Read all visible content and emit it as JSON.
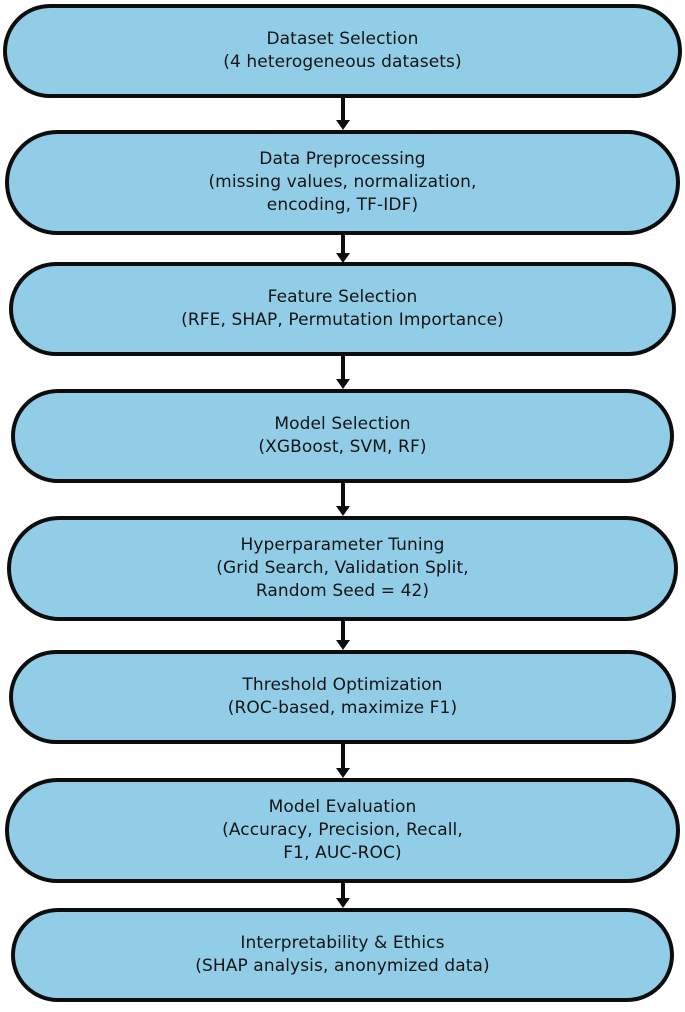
{
  "diagram": {
    "type": "flowchart",
    "orientation": "vertical top-to-bottom",
    "shape": "stadium",
    "node_fill_color": "#92CDE8",
    "node_border_color": "#0D0D0D",
    "text_color": "#141414",
    "background_color": "#FFFFFF",
    "connector_color": "#0D0D0D",
    "node_count": 8,
    "connector_count": 7,
    "nodes": [
      {
        "id": "dataset-selection",
        "title": "Dataset Selection",
        "detail": "(4 heterogeneous datasets)",
        "label": "Dataset Selection\n(4 heterogeneous datasets)"
      },
      {
        "id": "data-preprocessing",
        "title": "Data Preprocessing",
        "detail": "(missing values, normalization,\nencoding, TF-IDF)",
        "label": "Data Preprocessing\n(missing values, normalization,\nencoding, TF-IDF)"
      },
      {
        "id": "feature-selection",
        "title": "Feature Selection",
        "detail": "(RFE, SHAP, Permutation Importance)",
        "label": "Feature Selection\n(RFE, SHAP, Permutation Importance)"
      },
      {
        "id": "model-selection",
        "title": "Model Selection",
        "detail": "(XGBoost, SVM, RF)",
        "label": "Model Selection\n(XGBoost, SVM, RF)"
      },
      {
        "id": "hyperparameter-tuning",
        "title": "Hyperparameter Tuning",
        "detail": "(Grid Search, Validation Split,\nRandom Seed = 42)",
        "label": "Hyperparameter Tuning\n(Grid Search, Validation Split,\nRandom Seed = 42)"
      },
      {
        "id": "threshold-optimization",
        "title": "Threshold Optimization",
        "detail": "(ROC-based, maximize F1)",
        "label": "Threshold Optimization\n(ROC-based, maximize F1)"
      },
      {
        "id": "model-evaluation",
        "title": "Model Evaluation",
        "detail": "(Accuracy, Precision, Recall,\nF1, AUC-ROC)",
        "label": "Model Evaluation\n(Accuracy, Precision, Recall,\nF1, AUC-ROC)"
      },
      {
        "id": "interpretability-ethics",
        "title": "Interpretability & Ethics",
        "detail": "(SHAP analysis, anonymized data)",
        "label": "Interpretability & Ethics\n(SHAP analysis, anonymized data)"
      }
    ],
    "edges": [
      {
        "from": "dataset-selection",
        "to": "data-preprocessing"
      },
      {
        "from": "data-preprocessing",
        "to": "feature-selection"
      },
      {
        "from": "feature-selection",
        "to": "model-selection"
      },
      {
        "from": "model-selection",
        "to": "hyperparameter-tuning"
      },
      {
        "from": "hyperparameter-tuning",
        "to": "threshold-optimization"
      },
      {
        "from": "threshold-optimization",
        "to": "model-evaluation"
      },
      {
        "from": "model-evaluation",
        "to": "interpretability-ethics"
      }
    ]
  }
}
